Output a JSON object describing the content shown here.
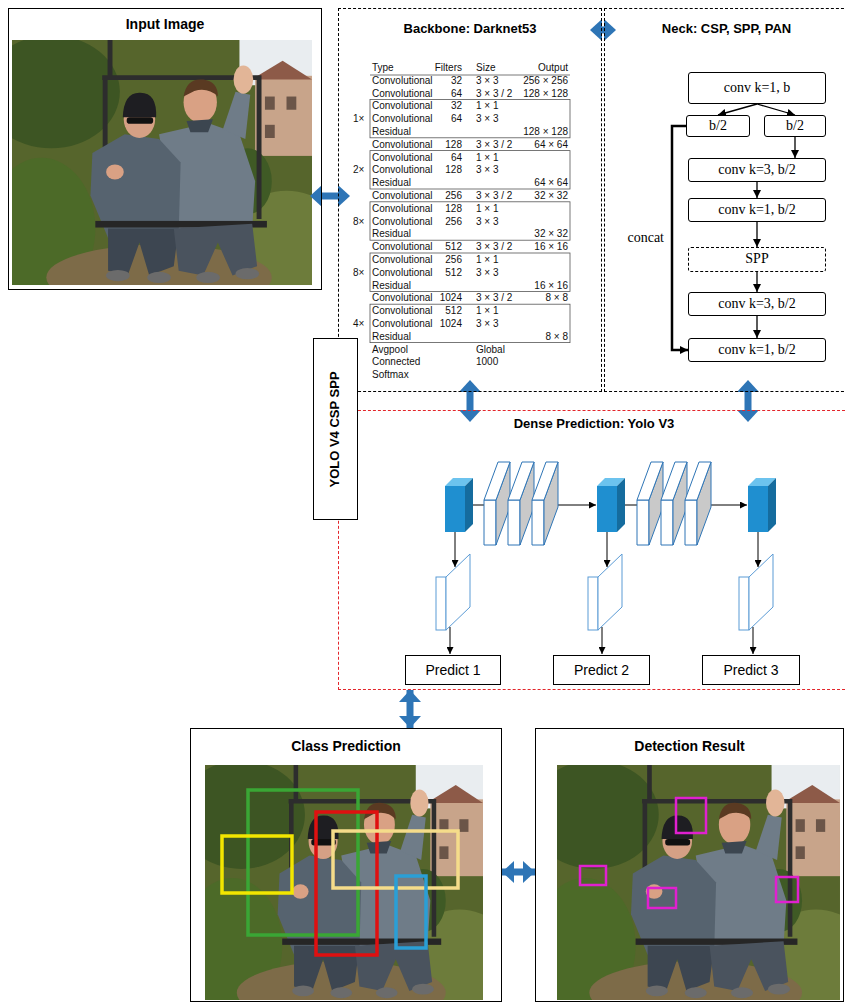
{
  "diagram": {
    "nodes": [
      {
        "text": [
          "Input Image"
        ]
      },
      {
        "text": [
          "Backbone: Darknet53"
        ]
      },
      {
        "text": [
          "Neck: CSP, SPP, PAN"
        ]
      },
      {
        "text": [
          "conv k=1, b"
        ],
        "in": 2
      },
      {
        "text": [
          "b/2"
        ],
        "in": 2
      },
      {
        "text": [
          "b/2"
        ],
        "in": 2
      },
      {
        "text": [
          "conv k=3, b/2"
        ],
        "in": 2
      },
      {
        "text": [
          "conv k=1, b/2"
        ],
        "in": 2
      },
      {
        "text": [
          "SPP"
        ],
        "in": 2
      },
      {
        "text": [
          "conv k=3, b/2"
        ],
        "in": 2
      },
      {
        "text": [
          "conv k=1, b/2"
        ],
        "in": 2
      },
      {
        "text": [
          "YOLO V4 CSP SPP"
        ]
      },
      {
        "text": [
          "Dense Prediction: Yolo V3"
        ]
      },
      {
        "text": [
          "Predict 1"
        ],
        "in": 12
      },
      {
        "text": [
          "Predict 2"
        ],
        "in": 12
      },
      {
        "text": [
          "Predict 3"
        ],
        "in": 12
      },
      {
        "text": [
          "Class Prediction"
        ]
      },
      {
        "text": [
          "Detection Result"
        ]
      }
    ],
    "edges": [
      {
        "from": 0,
        "to": 1,
        "arrow": "both"
      },
      {
        "from": 1,
        "to": 2,
        "arrow": "both"
      },
      {
        "from": 3,
        "to": 4,
        "arrow": "to"
      },
      {
        "from": 3,
        "to": 5,
        "arrow": "to"
      },
      {
        "from": 5,
        "to": 6,
        "arrow": "to"
      },
      {
        "from": 6,
        "to": 7,
        "arrow": "to"
      },
      {
        "from": 7,
        "to": 8,
        "arrow": "to"
      },
      {
        "from": 8,
        "to": 9,
        "arrow": "to"
      },
      {
        "from": 9,
        "to": 10,
        "arrow": "to"
      },
      {
        "from": 4,
        "to": 10,
        "label": "concat",
        "arrow": "to"
      },
      {
        "from": 1,
        "to": 12,
        "arrow": "both"
      },
      {
        "from": 2,
        "to": 12,
        "arrow": "both"
      },
      {
        "from": 12,
        "to": 16,
        "arrow": "both"
      },
      {
        "from": 16,
        "to": 17,
        "arrow": "both"
      }
    ],
    "labels": [
      "Type",
      "Filters",
      "Size",
      "Output",
      "Convolutional",
      "32",
      "3 × 3",
      "256 × 256",
      "Convolutional",
      "64",
      "3 × 3 / 2",
      "128 × 128",
      "1×",
      "Convolutional",
      "32",
      "1 × 1",
      "Convolutional",
      "64",
      "3 × 3",
      "Residual",
      "128 × 128",
      "Convolutional",
      "128",
      "3 × 3 / 2",
      "64 × 64",
      "2×",
      "Convolutional",
      "64",
      "1 × 1",
      "Convolutional",
      "128",
      "3 × 3",
      "Residual",
      "64 × 64",
      "Convolutional",
      "256",
      "3 × 3 / 2",
      "32 × 32",
      "8×",
      "Convolutional",
      "128",
      "1 × 1",
      "Convolutional",
      "256",
      "3 × 3",
      "Residual",
      "32 × 32",
      "Convolutional",
      "512",
      "3 × 3 / 2",
      "16 × 16",
      "8×",
      "Convolutional",
      "256",
      "1 × 1",
      "Convolutional",
      "512",
      "3 × 3",
      "Residual",
      "16 × 16",
      "Convolutional",
      "1024",
      "3 × 3 / 2",
      "8 × 8",
      "4×",
      "Convolutional",
      "512",
      "1 × 1",
      "Convolutional",
      "1024",
      "3 × 3",
      "Residual",
      "8 × 8",
      "Avgpool",
      "Global",
      "Connected",
      "1000",
      "Softmax"
    ]
  }
}
